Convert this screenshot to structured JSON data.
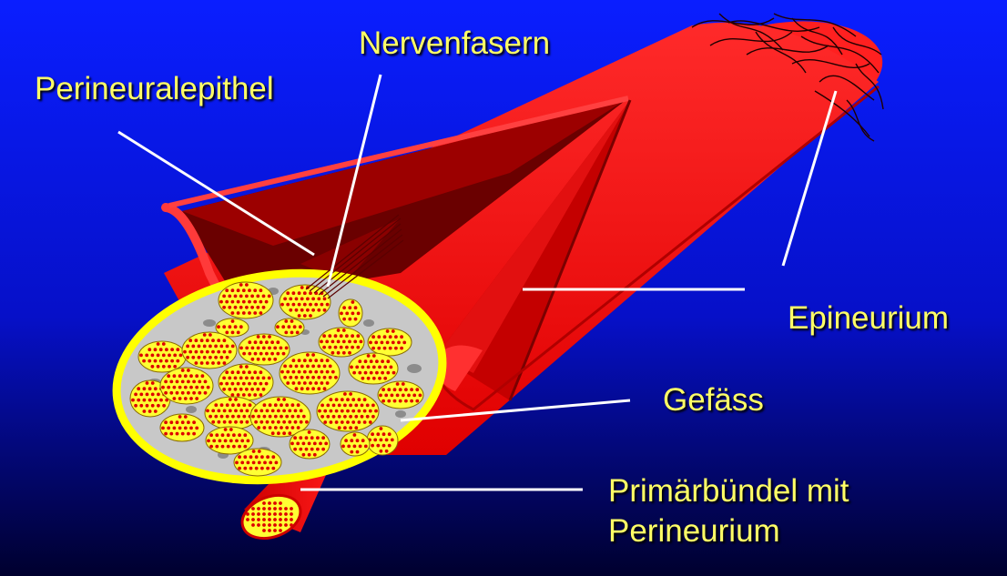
{
  "labels": {
    "nervenfasern": "Nervenfasern",
    "perineuralepithel": "Perineuralepithel",
    "epineurium": "Epineurium",
    "gefaess": "Gefäss",
    "primaerbuendel_line1": "Primärbündel mit",
    "primaerbuendel_line2": "Perineurium"
  },
  "colors": {
    "background_top": "#0a1eff",
    "background_bottom": "#00002e",
    "nerve_red": "#ff1010",
    "nerve_dark_red": "#8a0000",
    "label_text": "#ffff66",
    "leader_line": "#ffffff",
    "bundle_fill": "#ffff33",
    "fiber_dot": "#dd0000",
    "matrix_gray": "#c8c8c8",
    "rim_yellow": "#ffff00"
  }
}
